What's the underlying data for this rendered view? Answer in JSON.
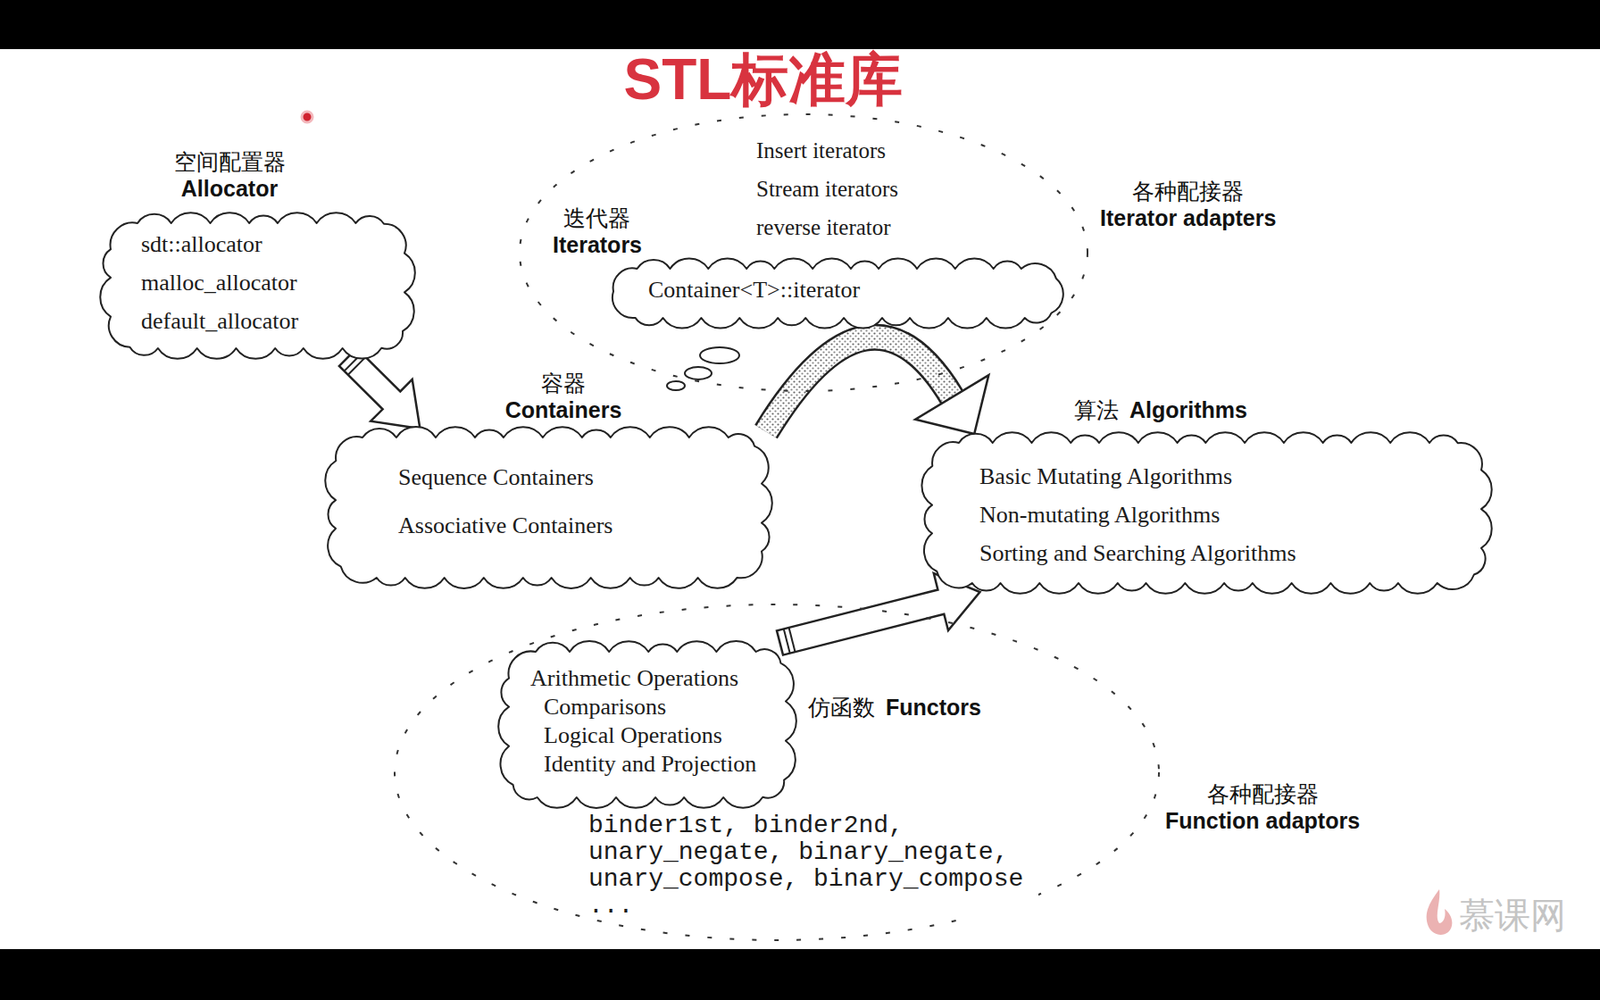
{
  "diagram": {
    "title": "STL标准库",
    "nodes": [
      {
        "text": [
          "空间配置器",
          "Allocator",
          "sdt::allocator",
          "malloc_allocator",
          "default_allocator"
        ]
      },
      {
        "text": [
          "Insert iterators",
          "Stream iterators",
          "reverse iterator",
          "各种配接器",
          "Iterator adapters"
        ]
      },
      {
        "text": [
          "迭代器",
          "Iterators",
          "Container<T>::iterator"
        ],
        "in": 1
      },
      {
        "text": [
          "容器",
          "Containers",
          "Sequence Containers",
          "Associative Containers"
        ]
      },
      {
        "text": [
          "算法",
          "Algorithms",
          "Basic Mutating Algorithms",
          "Non-mutating Algorithms",
          "Sorting and Searching Algorithms"
        ]
      },
      {
        "text": [
          "各种配接器",
          "Function adaptors",
          "binder1st, binder2nd, unary_negate, binary_negate, unary_compose, binary_compose ..."
        ]
      },
      {
        "text": [
          "Arithmetic Operations",
          "Comparisons",
          "Logical Operations",
          "Identity and Projection",
          "仿函数",
          "Functors"
        ],
        "in": 5
      }
    ],
    "edges": [
      {
        "from": 0,
        "to": 3,
        "arrow": "to"
      },
      {
        "from": 3,
        "to": 4,
        "arrow": "to"
      },
      {
        "from": 6,
        "to": 4,
        "arrow": "to"
      }
    ],
    "labels": [
      "慕课网"
    ]
  }
}
